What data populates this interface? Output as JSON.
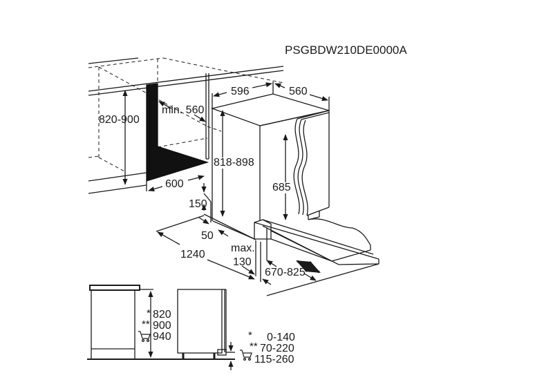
{
  "diagram": {
    "model_code": "PSGBDW210DE0000A",
    "type": "Built-in dishwasher installation dimensions (mm)",
    "main_view": {
      "niche_height": "820-900",
      "niche_depth_min": "min. 560",
      "niche_width": "600",
      "appliance_width": "596",
      "appliance_depth": "560",
      "appliance_height": "818-898",
      "door_panel_height": "685",
      "plinth_height": "150",
      "plinth_setback": "50",
      "total_depth_door_open": "1240",
      "plinth_max_label": "max.",
      "plinth_max_value": "130",
      "door_open_range": "670-825"
    },
    "side_view_left": {
      "heights": [
        {
          "marker": "*",
          "value": "820"
        },
        {
          "marker": "**",
          "value": "900"
        },
        {
          "marker": "cart-icon",
          "value": "940"
        }
      ]
    },
    "side_view_right": {
      "plinth_ranges": [
        {
          "marker": "*",
          "value": "0-140"
        },
        {
          "marker": "**",
          "value": "70-220"
        },
        {
          "marker": "cart-icon",
          "value": "115-260"
        }
      ]
    },
    "colors": {
      "line": "#1a1a1a",
      "background": "#ffffff",
      "fill_dark": "#111111"
    }
  }
}
